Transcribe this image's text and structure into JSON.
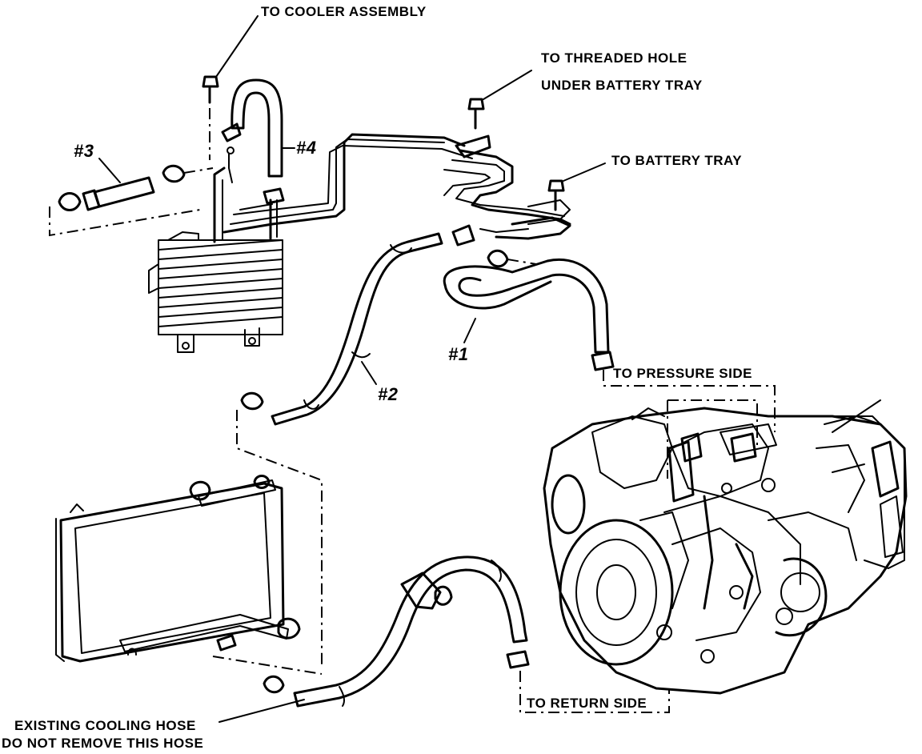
{
  "labels": {
    "to_cooler_assembly": "TO COOLER ASSEMBLY",
    "to_threaded_hole_1": "TO THREADED HOLE",
    "to_threaded_hole_2": "UNDER BATTERY TRAY",
    "to_battery_tray": "TO BATTERY TRAY",
    "to_pressure_side": "TO PRESSURE SIDE",
    "to_return_side": "TO RETURN SIDE",
    "existing_hose_1": "EXISTING COOLING HOSE",
    "existing_hose_2": "DO NOT REMOVE THIS HOSE"
  },
  "hose_numbers": {
    "hose_1": "#1",
    "hose_2": "#2",
    "hose_3": "#3",
    "hose_4": "#4"
  },
  "colors": {
    "ink": "#000000",
    "paper": "#ffffff"
  }
}
